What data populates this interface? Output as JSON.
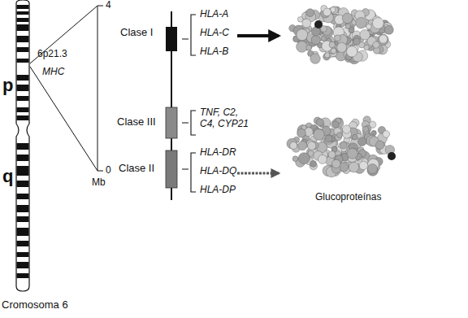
{
  "diagram": {
    "labels": [
      "p",
      "q",
      "6p21.3",
      "MHC",
      "4",
      "0",
      "Mb",
      "Clase I",
      "Clase III",
      "Clase II",
      "HLA-A",
      "HLA-C",
      "HLA-B",
      "TNF, C2, C4, CYP21",
      "HLA-DR",
      "HLA-DQ",
      "HLA-DP",
      "Glucoproteínas",
      "Cromosoma 6"
    ]
  }
}
